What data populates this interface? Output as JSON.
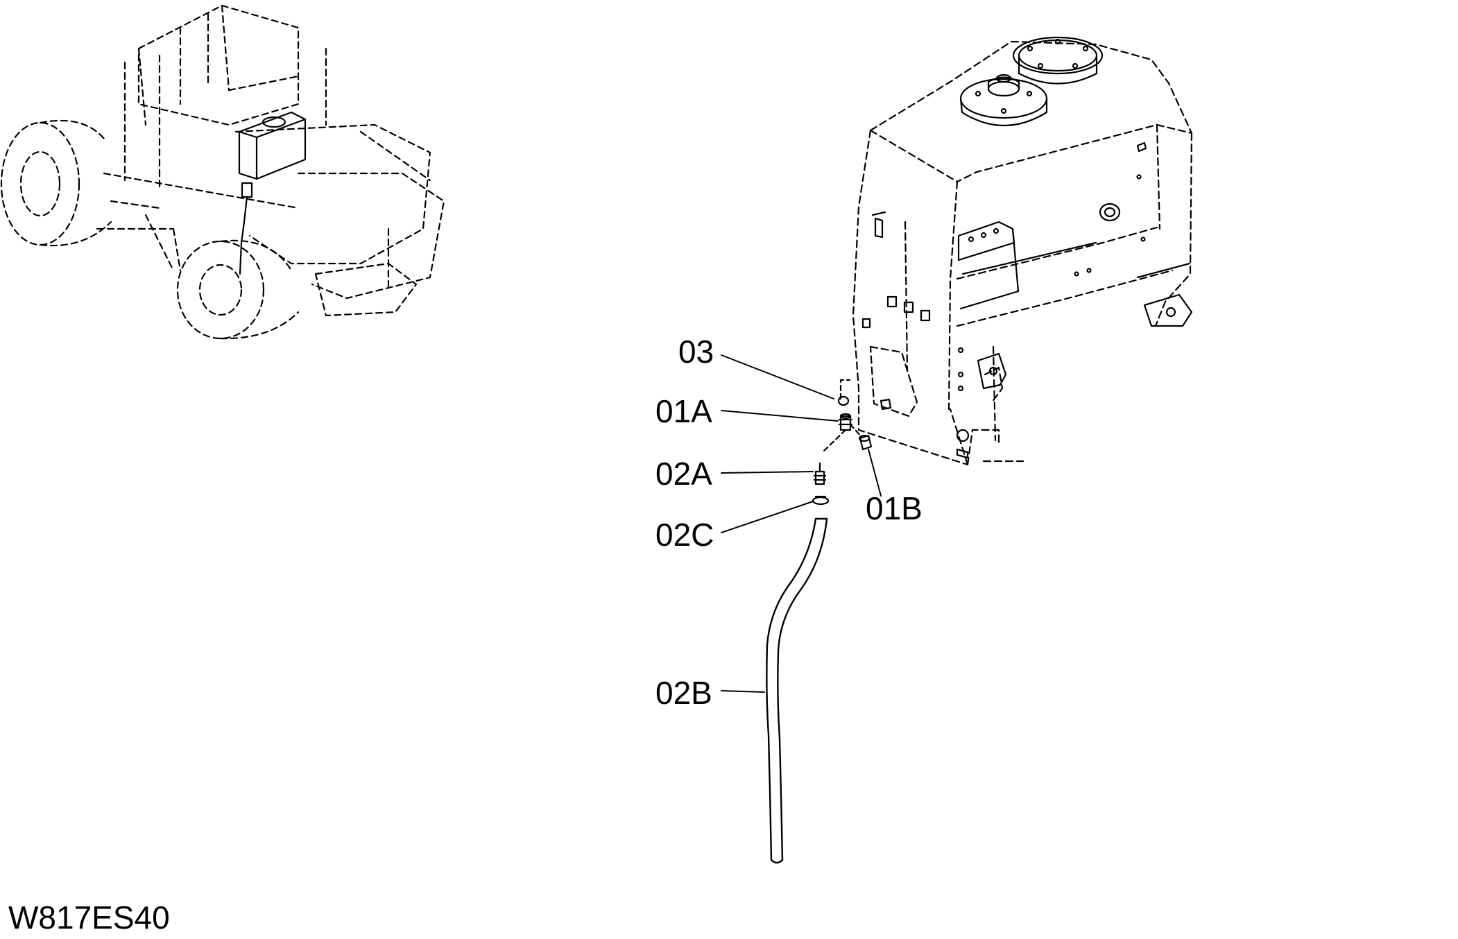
{
  "diagram": {
    "code": "W817ES40",
    "callouts": {
      "p03": "03",
      "p01A": "01A",
      "p02A": "02A",
      "p02C": "02C",
      "p01B": "01B",
      "p02B": "02B"
    }
  },
  "colors": {
    "line": "#000000",
    "background": "#ffffff"
  }
}
